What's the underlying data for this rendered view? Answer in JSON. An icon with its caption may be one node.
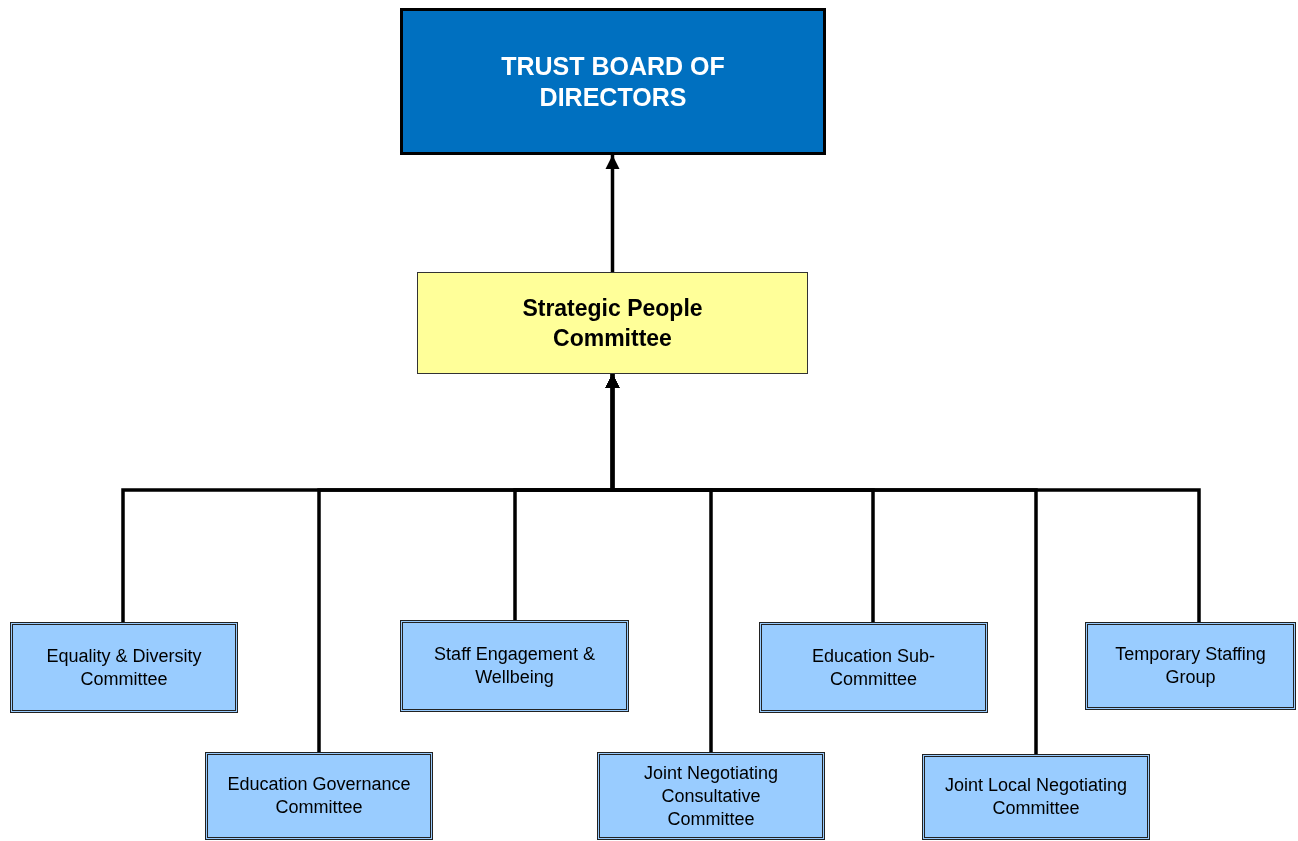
{
  "diagram": {
    "nodes": [
      {
        "text": [
          "TRUST BOARD OF DIRECTORS"
        ]
      },
      {
        "text": [
          "Strategic People Committee"
        ]
      },
      {
        "text": [
          "Equality & Diversity Committee"
        ]
      },
      {
        "text": [
          "Education Governance Committee"
        ]
      },
      {
        "text": [
          "Staff Engagement & Wellbeing"
        ]
      },
      {
        "text": [
          "Joint Negotiating Consultative Committee"
        ]
      },
      {
        "text": [
          "Education Sub-Committee"
        ]
      },
      {
        "text": [
          "Joint Local Negotiating Committee"
        ]
      },
      {
        "text": [
          "Temporary Staffing Group"
        ]
      }
    ],
    "edges": [
      {
        "from": 1,
        "to": 0,
        "arrow": "to"
      },
      {
        "from": 2,
        "to": 1,
        "arrow": "to"
      },
      {
        "from": 3,
        "to": 1,
        "arrow": "to"
      },
      {
        "from": 4,
        "to": 1,
        "arrow": "to"
      },
      {
        "from": 5,
        "to": 1,
        "arrow": "to"
      },
      {
        "from": 6,
        "to": 1,
        "arrow": "to"
      },
      {
        "from": 7,
        "to": 1,
        "arrow": "to"
      },
      {
        "from": 8,
        "to": 1,
        "arrow": "to"
      }
    ]
  }
}
